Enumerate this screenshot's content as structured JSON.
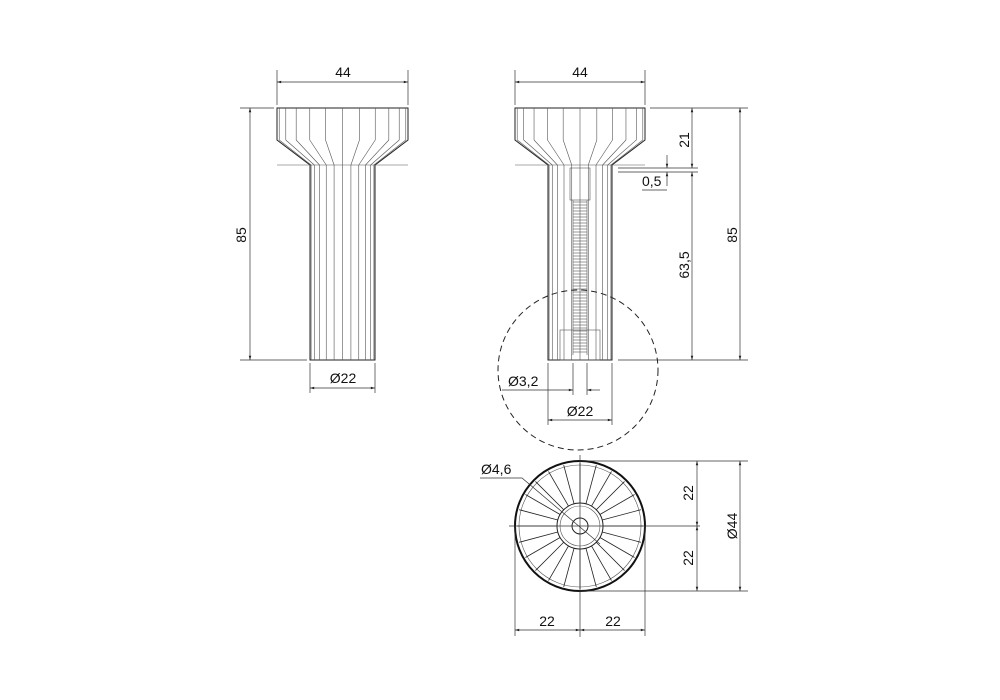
{
  "views": {
    "left": {
      "width_label": "44",
      "height_label": "85",
      "stem_diameter_label": "Ø22"
    },
    "right": {
      "width_label": "44",
      "head_height_label": "21",
      "gap_label": "0,5",
      "stem_height_label": "63,5",
      "height_label": "85",
      "screw_diameter_label": "Ø3,2",
      "stem_diameter_label": "Ø22"
    },
    "bottom": {
      "hole_diameter_label": "Ø4,6",
      "upper_half_label": "22",
      "lower_half_label": "22",
      "diameter_label": "Ø44",
      "left_half_label": "22",
      "right_half_label": "22"
    }
  }
}
